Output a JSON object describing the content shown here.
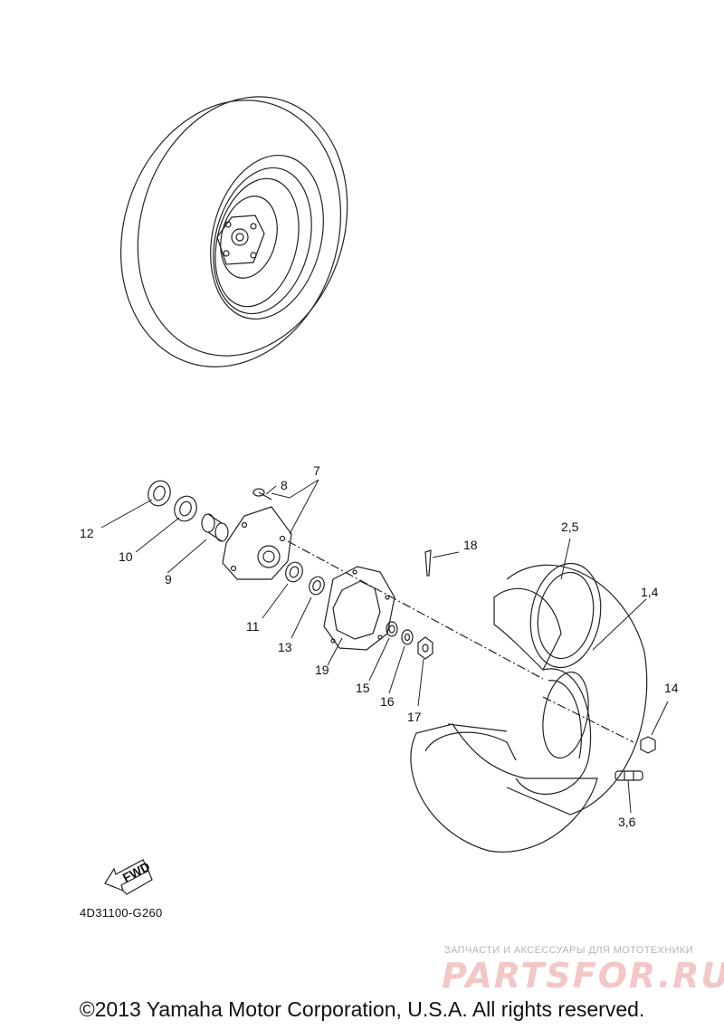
{
  "diagram": {
    "callouts": [
      {
        "id": "c12",
        "text": "12"
      },
      {
        "id": "c10",
        "text": "10"
      },
      {
        "id": "c9",
        "text": "9"
      },
      {
        "id": "c8",
        "text": "8"
      },
      {
        "id": "c7",
        "text": "7"
      },
      {
        "id": "c11",
        "text": "11"
      },
      {
        "id": "c13",
        "text": "13"
      },
      {
        "id": "c19",
        "text": "19"
      },
      {
        "id": "c15",
        "text": "15"
      },
      {
        "id": "c16",
        "text": "16"
      },
      {
        "id": "c17",
        "text": "17"
      },
      {
        "id": "c18",
        "text": "18"
      },
      {
        "id": "c25",
        "text": "2,5"
      },
      {
        "id": "c14a",
        "text": "1,4"
      },
      {
        "id": "c14",
        "text": "14"
      },
      {
        "id": "c36",
        "text": "3,6"
      }
    ],
    "fwd_label": "FWD",
    "diagram_code": "4D31100-G260"
  },
  "watermark": {
    "subtitle": "ЗАПЧАСТИ И АКСЕССУАРЫ ДЛЯ МОТОТЕХНИКИ",
    "logo": "PARTSFOR.RU"
  },
  "copyright": "©2013 Yamaha Motor Corporation, U.S.A. All rights reserved."
}
